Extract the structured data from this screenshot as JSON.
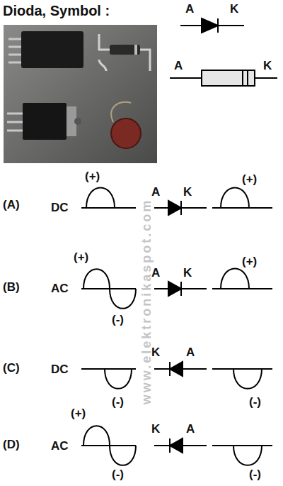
{
  "diagram": {
    "title": "Dioda, Symbol :",
    "labels": [
      "A",
      "K",
      "A",
      "K",
      "(A)",
      "(+)",
      "DC",
      "A",
      "K",
      "(+)",
      "(B)",
      "(+)",
      "AC",
      "A",
      "K",
      "(+)",
      "(-)",
      "(C)",
      "DC",
      "K",
      "A",
      "(-)",
      "(-)",
      "(D)",
      "(+)",
      "AC",
      "K",
      "A",
      "(-)",
      "(-)",
      "www.elektronikaspot.com"
    ]
  }
}
